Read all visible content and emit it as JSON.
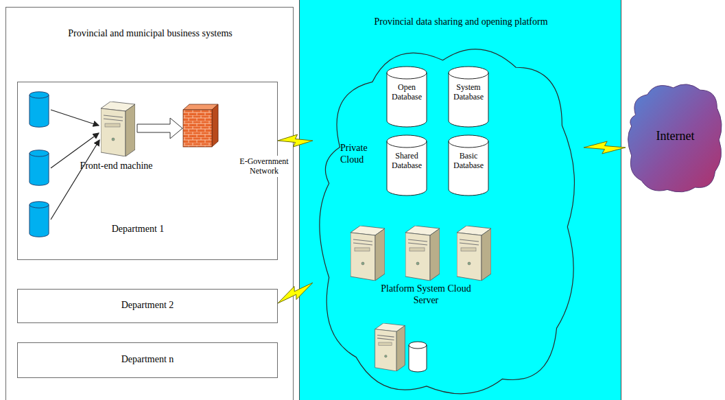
{
  "diagram": {
    "nodes": [
      {
        "text": [
          "Provincial and municipal business systems"
        ]
      },
      {
        "text": [
          "Department 1"
        ],
        "in": 0
      },
      {
        "text": [
          "Front-end machine"
        ],
        "in": 1
      },
      {
        "text": [
          "Department 2"
        ],
        "in": 0
      },
      {
        "text": [
          "Department n"
        ],
        "in": 0
      },
      {
        "text": [
          "Provincial data sharing and opening platform"
        ]
      },
      {
        "text": [
          "Private Cloud"
        ],
        "in": 5
      },
      {
        "text": [
          "Open Database"
        ],
        "in": 6
      },
      {
        "text": [
          "System Database"
        ],
        "in": 6
      },
      {
        "text": [
          "Shared Database"
        ],
        "in": 6
      },
      {
        "text": [
          "Basic Database"
        ],
        "in": 6
      },
      {
        "text": [
          "Platform System Cloud Server"
        ],
        "in": 6
      },
      {
        "text": [
          "Internet"
        ]
      }
    ],
    "edges": [
      {
        "from": 1,
        "to": 6,
        "arrow": "none",
        "label": "E-Government Network"
      },
      {
        "from": 3,
        "to": 6,
        "arrow": "none"
      },
      {
        "from": 6,
        "to": 12,
        "arrow": "none"
      }
    ]
  }
}
